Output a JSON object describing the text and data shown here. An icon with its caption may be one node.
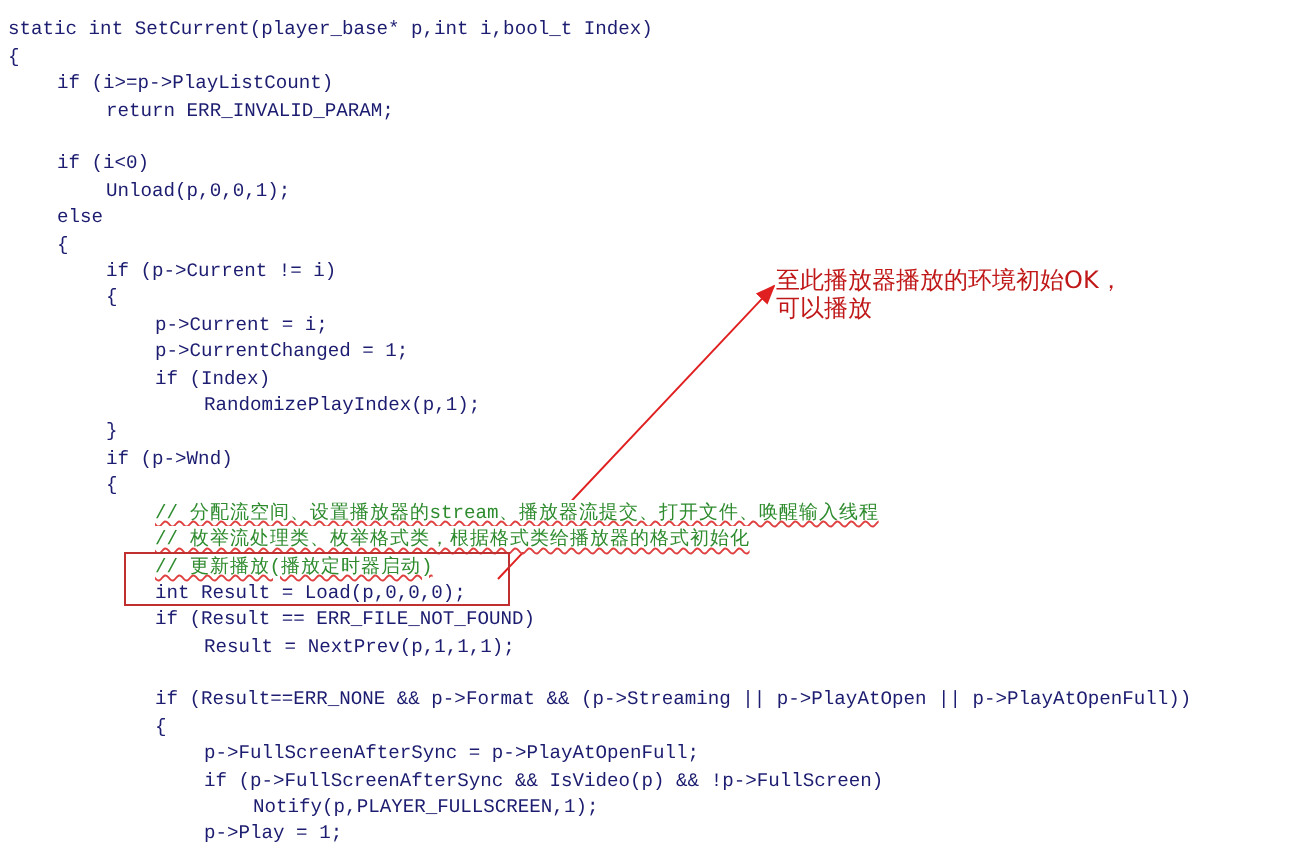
{
  "diagram": {
    "nodes": [
      {
        "text": [
          "// 更新播放(播放定时器启动)",
          "int Result = Load(p,0,0,0);"
        ]
      },
      {
        "text": [
          "至此播放器播放的环境初始OK，可以播放"
        ]
      }
    ],
    "edges": [
      {
        "from": 0,
        "to": 1,
        "arrow": "to",
        "color": "#e02020"
      }
    ],
    "labels": [
      "static int SetCurrent(player_base* p,int i,bool_t Index)",
      "{",
      "if (i>=p->PlayListCount)",
      "return ERR_INVALID_PARAM;",
      "if (i<0)",
      "Unload(p,0,0,1);",
      "else",
      "{",
      "if (p->Current != i)",
      "{",
      "p->Current = i;",
      "p->CurrentChanged = 1;",
      "if (Index)",
      "RandomizePlayIndex(p,1);",
      "}",
      "if (p->Wnd)",
      "{",
      "// 分配流空间、设置播放器的stream、播放器流提交、打开文件、唤醒输入线程",
      "// 枚举流处理类、枚举格式类，根据格式类给播放器的格式初始化",
      "if (Result == ERR_FILE_NOT_FOUND)",
      "Result = NextPrev(p,1,1,1);",
      "if (Result==ERR_NONE && p->Format && (p->Streaming || p->PlayAtOpen || p->PlayAtOpenFull))",
      "{",
      "p->FullScreenAfterSync = p->PlayAtOpenFull;",
      "if (p->FullScreenAfterSync && IsVideo(p) && !p->FullScreen)",
      "Notify(p,PLAYER_FULLSCREEN,1);",
      "p->Play = 1;"
    ]
  }
}
